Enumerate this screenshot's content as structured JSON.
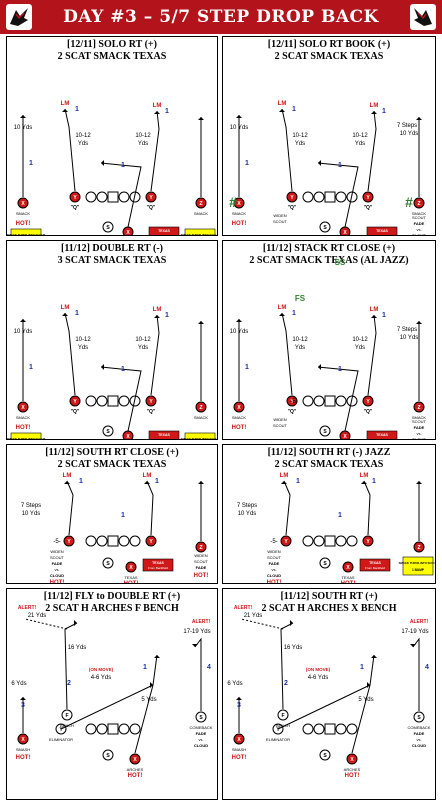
{
  "header": {
    "title": "DAY #3 – 5/7 STEP DROP BACK"
  },
  "colors": {
    "brand_red": "#b3131b",
    "player_red": "#d01818",
    "callout_yellow": "#ffff00",
    "label_green": "#2f7d2f",
    "route_blue": "#1b2ea8"
  },
  "panels": [
    {
      "title1": "[12/11] SOLO RT (+)",
      "title2": "2 SCAT SMACK TEXAS"
    },
    {
      "title1": "[12/11] SOLO RT BOOK (+)",
      "title2": "2 SCAT SMACK TEXAS"
    },
    {
      "title1": "[11/12] DOUBLE RT (-)",
      "title2": "3 SCAT SMACK TEXAS"
    },
    {
      "title1": "[11/12] STACK RT CLOSE (+)",
      "title2": "2 SCAT SMACK TEXAS (AL JAZZ)"
    },
    {
      "title1": "[11/12] SOUTH RT CLOSE (+)",
      "title2": "2 SCAT SMACK TEXAS"
    },
    {
      "title1": "[11/12] SOUTH RT (-) JAZZ",
      "title2": "2 SCAT SMACK TEXAS"
    },
    {
      "title1": "[11/12] FLY to DOUBLE RT (+)",
      "title2": "2 SCAT H ARCHES F BENCH"
    },
    {
      "title1": "[11/12] SOUTH RT (+)",
      "title2": "2 SCAT H ARCHES X BENCH"
    }
  ],
  "labels": {
    "ten_yds": "10 Yds",
    "ten_twelve": "10-12",
    "yds": "Yds",
    "seven_steps": "7 Steps",
    "lm": "LM",
    "one": "1",
    "two": "2",
    "three": "3",
    "four": "4",
    "six": "6",
    "hot": "HOT!",
    "q": "\"Q\"",
    "smack": "SMACK",
    "texas": "TEXAS",
    "widen": "WIDEN",
    "scout": "SCOUT",
    "fade": "FADE",
    "vs": "vs.",
    "cloud": "CLOUD",
    "hash": "#",
    "ss": "SS",
    "fs": "FS",
    "minus5": "-5-",
    "six_yds": "6 Yds",
    "sixteen_yds": "16 Yds",
    "twentyone_yds": "21 Yds",
    "four_six_yds": "4-6 Yds",
    "five_yds": "5 Yds",
    "seventeen_nineteen": "17-19 Yds",
    "alert": "ALERT!",
    "on_move": "(ON MOVE)",
    "bench": "BENCH",
    "eliminator": "ELIMINATOR",
    "arches": "ARCHES",
    "comeback": "COMEBACK",
    "smash": "SMASH",
    "smack_turns": "SMACK TURNS INTO SCOUT",
    "bump": "1 BUMP",
    "texas_box": "TEXAS",
    "texas_box2": "1 TO 6-S. TE",
    "from_backfield": "From Backfield",
    "f": "F",
    "y": "Y",
    "x": "X",
    "z": "Z",
    "s": "S"
  }
}
